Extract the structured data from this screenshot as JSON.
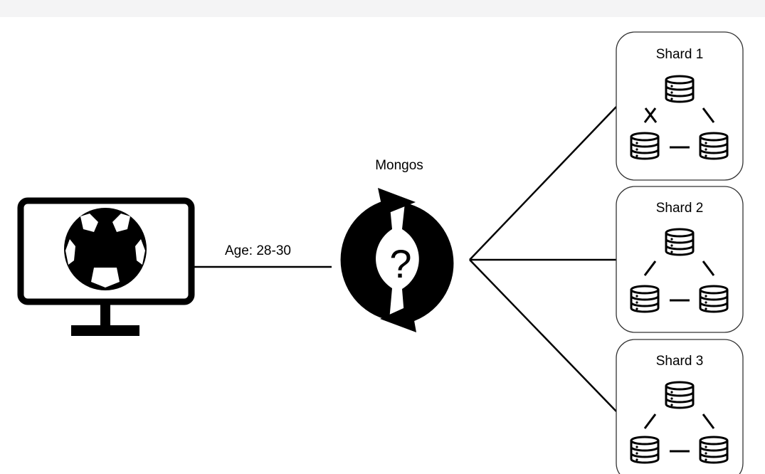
{
  "diagram": {
    "router": {
      "label": "Mongos",
      "symbol": "?",
      "icon": "refresh-cycle-icon"
    },
    "client": {
      "icon": "monitor-soccer-ball-icon"
    },
    "query": {
      "label": "Age: 28-30"
    },
    "shards": [
      {
        "label": "Shard 1",
        "icon": "database-icon"
      },
      {
        "label": "Shard 2",
        "icon": "database-icon"
      },
      {
        "label": "Shard 3",
        "icon": "database-icon"
      }
    ],
    "colors": {
      "stroke": "#000000",
      "background": "#ffffff",
      "top_bar": "#f4f4f5"
    }
  }
}
